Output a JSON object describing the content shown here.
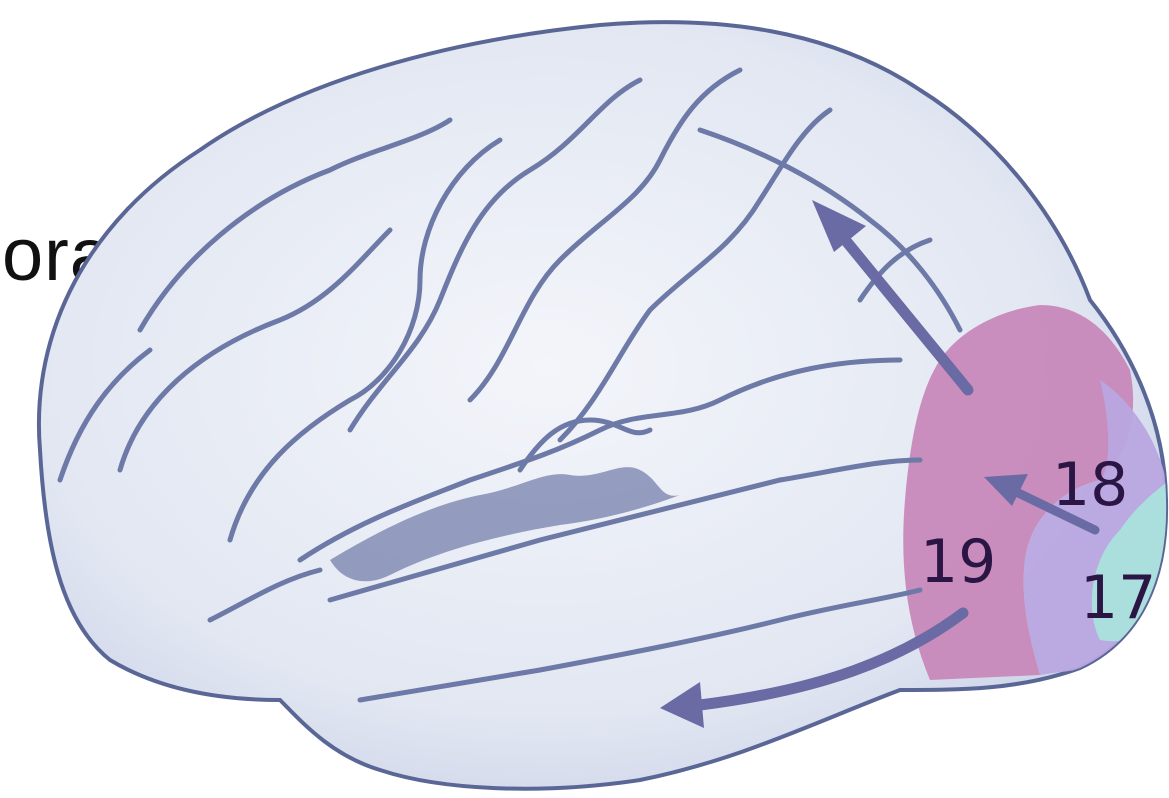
{
  "side_text": "orale",
  "areas": {
    "area_19": "19",
    "area_18": "18",
    "area_17": "17"
  },
  "colors": {
    "brain_fill": "#dfe4f0",
    "brain_outline": "#5a6796",
    "sulcus": "#6d79a6",
    "area_19_fill": "#c785b9",
    "area_18_fill": "#b9a6e0",
    "area_17_fill": "#a9e1dd",
    "arrow": "#6a6aa4"
  },
  "icons": {
    "arrows": [
      "arrow-dorsal-icon",
      "arrow-17-to-19-icon",
      "arrow-ventral-icon"
    ]
  }
}
